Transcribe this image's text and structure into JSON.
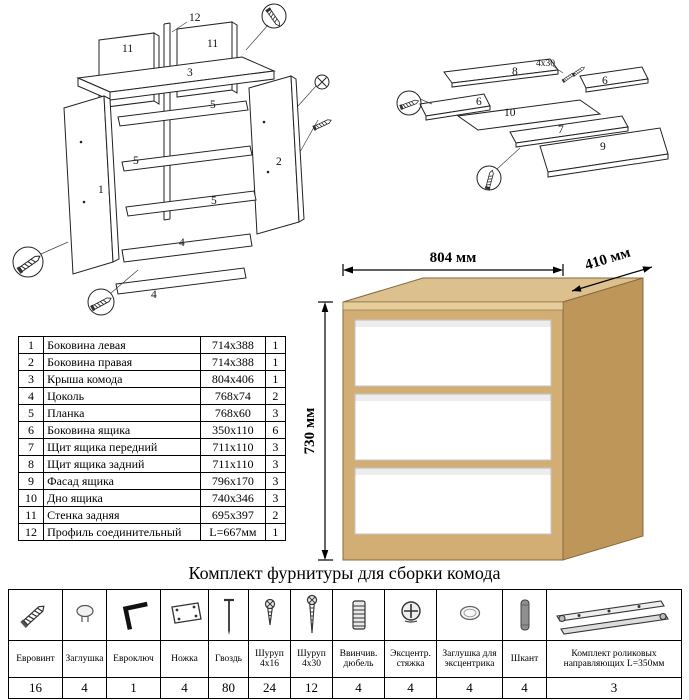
{
  "parts_table": {
    "rows": [
      {
        "num": "1",
        "name": "Боковина левая",
        "size": "714x388",
        "qty": "1"
      },
      {
        "num": "2",
        "name": "Боковина правая",
        "size": "714x388",
        "qty": "1"
      },
      {
        "num": "3",
        "name": "Крыша комода",
        "size": "804x406",
        "qty": "1"
      },
      {
        "num": "4",
        "name": "Цоколь",
        "size": "768x74",
        "qty": "2"
      },
      {
        "num": "5",
        "name": "Планка",
        "size": "768x60",
        "qty": "3"
      },
      {
        "num": "6",
        "name": "Боковина ящика",
        "size": "350x110",
        "qty": "6"
      },
      {
        "num": "7",
        "name": "Щит ящика передний",
        "size": "711x110",
        "qty": "3"
      },
      {
        "num": "8",
        "name": "Щит ящика задний",
        "size": "711x110",
        "qty": "3"
      },
      {
        "num": "9",
        "name": "Фасад ящика",
        "size": "796x170",
        "qty": "3"
      },
      {
        "num": "10",
        "name": "Дно ящика",
        "size": "740x346",
        "qty": "3"
      },
      {
        "num": "11",
        "name": "Стенка задняя",
        "size": "695x397",
        "qty": "2"
      },
      {
        "num": "12",
        "name": "Профиль соединительный",
        "size": "L=667мм",
        "qty": "1"
      }
    ]
  },
  "dimensions": {
    "width": "804 мм",
    "depth": "410 мм",
    "height": "730 мм"
  },
  "hardware": {
    "title": "Комплект фурнитуры для сборки комода",
    "items": [
      {
        "name": "Евровинт",
        "qty": "16"
      },
      {
        "name": "Заглушка",
        "qty": "4"
      },
      {
        "name": "Евроключ",
        "qty": "1"
      },
      {
        "name": "Ножка",
        "qty": "4"
      },
      {
        "name": "Гвоздь",
        "qty": "80"
      },
      {
        "name": "Шуруп 4x16",
        "qty": "24"
      },
      {
        "name": "Шуруп 4x30",
        "qty": "12"
      },
      {
        "name": "Ввинчив. дюбель",
        "qty": "4"
      },
      {
        "name": "Эксцентр. стяжка",
        "qty": "4"
      },
      {
        "name": "Заглушка для эксцентрика",
        "qty": "4"
      },
      {
        "name": "Шкант",
        "qty": "4"
      },
      {
        "name": "Комплект роликовых направляющих L=350мм",
        "qty": "3"
      }
    ]
  },
  "diagram": {
    "cabinet_labels": [
      "12",
      "11",
      "11",
      "3",
      "5",
      "5",
      "5",
      "1",
      "2",
      "4",
      "4"
    ],
    "drawer_labels": [
      "8",
      "4x30",
      "6",
      "6",
      "10",
      "7",
      "9"
    ],
    "colors": {
      "wood_top": "#dcc08e",
      "wood_front": "#d3ae74",
      "wood_side": "#bf9659",
      "drawer_front": "#ffffff",
      "line": "#1a1a1a"
    }
  }
}
